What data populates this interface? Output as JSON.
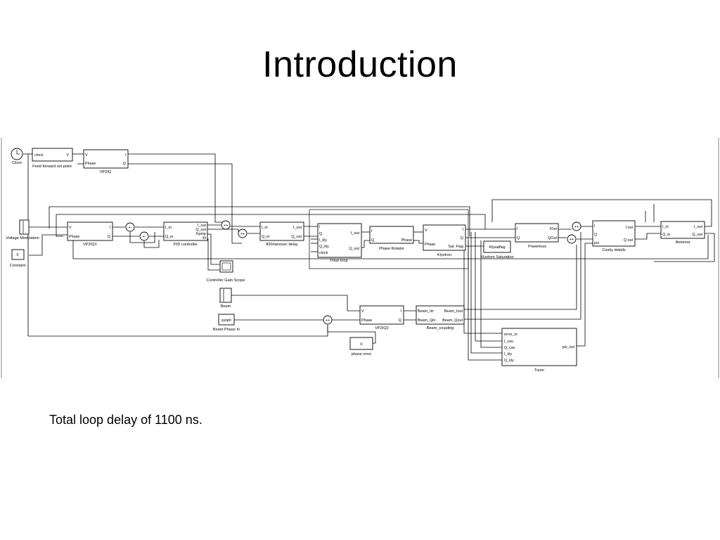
{
  "slide": {
    "title": "Introduction",
    "caption": "Total loop delay of 1100 ns."
  },
  "diagram": {
    "clock": {
      "name": "Clock"
    },
    "ffsp": {
      "name": "Feed forward set point",
      "in": "clock",
      "out": "V"
    },
    "vp2iq": {
      "name": "VP2IQ",
      "in1": "V",
      "in2": "Phase",
      "out1": "I",
      "out2": "Q"
    },
    "volt_mod": {
      "name": "Voltage Modulation"
    },
    "constant": {
      "name": "Constant",
      "value": "0"
    },
    "vp2iq1": {
      "name": "VP2IQ1",
      "in1": "V",
      "in2": "Phase",
      "out1": "I",
      "out2": "Q"
    },
    "pid": {
      "name": "PID controller",
      "in1": "I_in",
      "in2": "Q_in",
      "out1": "I_out",
      "out2": "Q_out",
      "out3": "Kpmp",
      "out4": "Ki"
    },
    "gain_scope": {
      "name": "Controller Gain Scope"
    },
    "delay800": {
      "name": "800nanosec delay",
      "in1": "I_in",
      "in2": "Q_in",
      "out1": "I_out",
      "out2": "Q_out"
    },
    "polar": {
      "name": "Polar-loop",
      "in1": "I",
      "in2": "Q",
      "in3": "I_kly",
      "in4": "Q_kly",
      "in5": "clock",
      "out1": "I_out",
      "out2": "Q_out"
    },
    "rotator": {
      "name": "Phase Rotator",
      "in1": "I",
      "in2": "Q",
      "out": "Phase"
    },
    "klystron": {
      "name": "Klystron",
      "in1": "V",
      "in2": "Phase",
      "out1": "I",
      "out2": "Q",
      "out3": "Sat. Flag"
    },
    "kly_sat": {
      "name": "Klystron Saturation",
      "inner": "Klysatflag"
    },
    "powerloss": {
      "name": "Powerloss",
      "in1": "I",
      "in2": "Q",
      "out1": "IOut",
      "out2": "QOut"
    },
    "cavity": {
      "name": "Cavity details",
      "in1": "I",
      "in2": "Q",
      "in3": "psi",
      "out1": "I out",
      "out2": "Q out"
    },
    "antenna": {
      "name": "Antenna",
      "in1": "I_in",
      "in2": "Q_in",
      "out1": "I_out",
      "out2": "Q_out"
    },
    "beam": {
      "name": "Beam"
    },
    "beam_phase": {
      "name": "Beam Phase In",
      "inner": "synph"
    },
    "vp2iq2": {
      "name": "VP2IQ2",
      "in1": "V",
      "in2": "Phase",
      "out1": "I",
      "out2": "Q"
    },
    "beam_coupling": {
      "name": "Beam_coupling",
      "in1": "Beam_Iin",
      "in2": "Beam_Qin",
      "out1": "Beam_Iout",
      "out2": "Beam_Qout"
    },
    "phase_error": {
      "name": "phase error",
      "value": "0"
    },
    "tuner": {
      "name": "Tuner",
      "in1": "error_in",
      "in2": "I_cav",
      "in3": "Q_cav",
      "in4": "I_kly",
      "in5": "Q_kly",
      "out": "psi_out"
    }
  }
}
